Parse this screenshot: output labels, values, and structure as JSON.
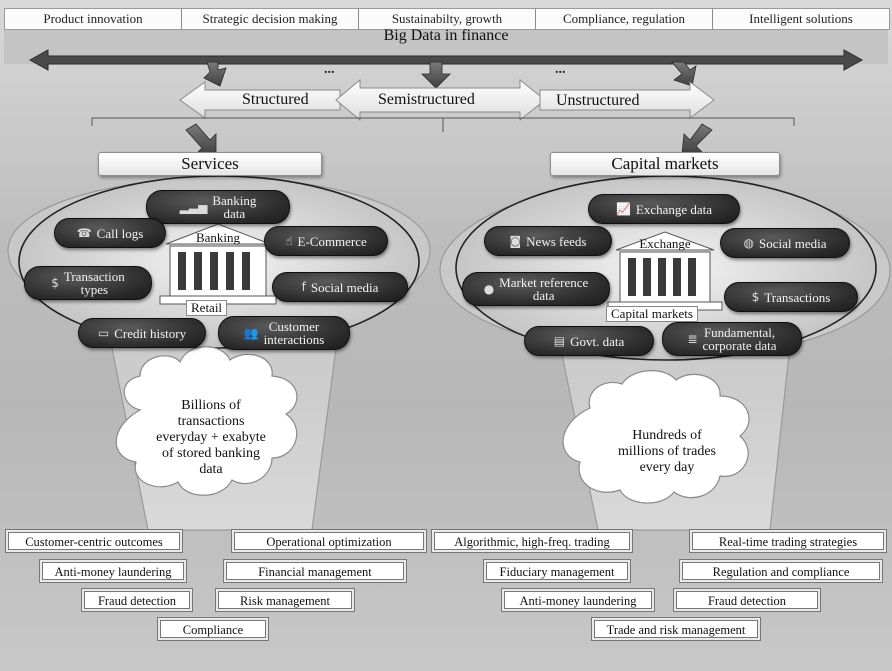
{
  "top_categories": [
    "Product innovation",
    "Strategic decision making",
    "Sustainabilty, growth",
    "Compliance, regulation",
    "Intelligent solutions"
  ],
  "main_title": "Big Data in finance",
  "ellipsis": "...",
  "data_types": {
    "structured": "Structured",
    "semistructured": "Semistructured",
    "unstructured": "Unstructured"
  },
  "services": {
    "title": "Services",
    "center_top": "Banking",
    "center_bottom": "Retail",
    "pills": [
      {
        "label": "Banking\ndata",
        "icon": "bar-chart-icon",
        "glyph": "▂▃▅"
      },
      {
        "label": "Call logs",
        "icon": "phone-icon",
        "glyph": "☎"
      },
      {
        "label": "E-Commerce",
        "icon": "hand-cursor-icon",
        "glyph": "☝"
      },
      {
        "label": "Transaction\ntypes",
        "icon": "dollar-icon",
        "glyph": "$"
      },
      {
        "label": "Social media",
        "icon": "social-icon",
        "glyph": "f"
      },
      {
        "label": "Credit history",
        "icon": "credit-card-icon",
        "glyph": "▭"
      },
      {
        "label": "Customer\ninteractions",
        "icon": "people-icon",
        "glyph": "👥"
      }
    ],
    "cloud": "Billions of\ntransactions\neveryday + exabyte\nof stored banking\ndata",
    "outcomes": [
      "Customer-centric outcomes",
      "Anti-money laundering",
      "Fraud detection",
      "Compliance",
      "Operational optimization",
      "Financial management",
      "Risk management"
    ]
  },
  "capital_markets": {
    "title": "Capital markets",
    "center_top": "Exchange",
    "center_bottom": "Capital markets",
    "pills": [
      {
        "label": "Exchange data",
        "icon": "chart-icon",
        "glyph": "📈"
      },
      {
        "label": "News feeds",
        "icon": "rss-icon",
        "glyph": "◙"
      },
      {
        "label": "Social media",
        "icon": "globe-icon",
        "glyph": "◍"
      },
      {
        "label": "Market reference\ndata",
        "icon": "sphere-icon",
        "glyph": "●"
      },
      {
        "label": "Transactions",
        "icon": "dollar-icon",
        "glyph": "$"
      },
      {
        "label": "Govt. data",
        "icon": "document-stack-icon",
        "glyph": "▤"
      },
      {
        "label": "Fundamental,\ncorporate data",
        "icon": "database-icon",
        "glyph": "≣"
      }
    ],
    "cloud": "Hundreds of\nmillions of trades\nevery day",
    "outcomes": [
      "Algorithmic, high-freq. trading",
      "Fiduciary management",
      "Anti-money laundering",
      "Real-time trading strategies",
      "Regulation and compliance",
      "Fraud detection",
      "Trade and risk management"
    ]
  }
}
